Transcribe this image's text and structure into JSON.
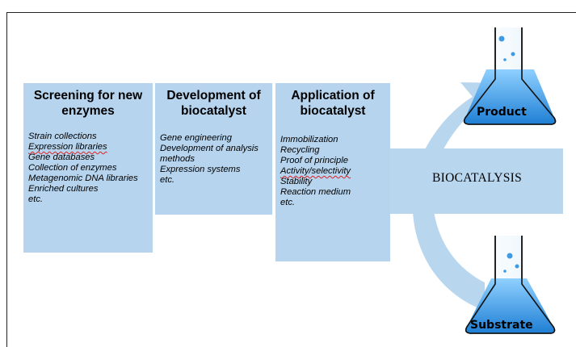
{
  "boxes": [
    {
      "title": "Screening for new enzymes",
      "items": [
        "Strain collections",
        "Expression libraries",
        "Gene databases",
        "Collection of enzymes",
        "Metagenomic DNA libraries",
        "Enriched cultures",
        "etc."
      ]
    },
    {
      "title": "Development of biocatalyst",
      "items": [
        "Gene engineering",
        "Development of analysis methods",
        "Expression systems",
        "etc."
      ]
    },
    {
      "title": "Application of biocatalyst",
      "items": [
        "Immobilization",
        "Recycling",
        "Proof of principle",
        "Activity/selectivity",
        "Stability",
        "Reaction medium",
        "etc."
      ]
    }
  ],
  "center_label": "BIOCATALYSIS",
  "flasks": {
    "top": "Product",
    "bottom": "Substrate"
  },
  "colors": {
    "box_fill": "#b6d4ee",
    "arrow_fill": "#b9d6ef",
    "liquid": "#3c9ce6"
  }
}
